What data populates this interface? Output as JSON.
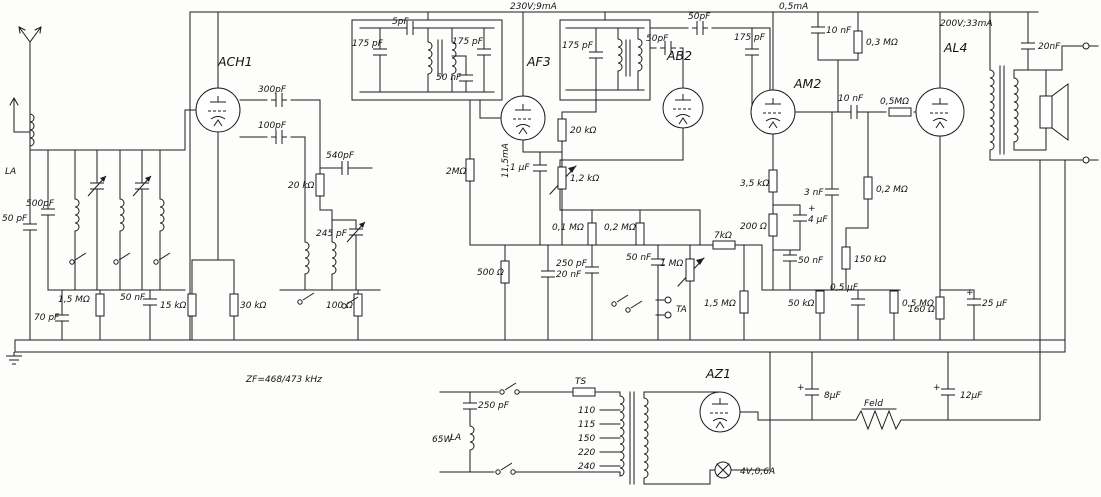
{
  "schematic": {
    "tubes": {
      "ach1": "ACH1",
      "af3": "AF3",
      "ab2": "AB2",
      "am2": "AM2",
      "al4": "AL4",
      "az1": "AZ1"
    },
    "annotations": {
      "supply_if": "230V;9mA",
      "current_am2": "0,5mA",
      "supply_al4": "200V;33mA",
      "current_af3": "11,5mA",
      "if_freq": "ZF=468/473 kHz",
      "ant_coil": "LA",
      "mains_coil": "LA",
      "fuse": "TS",
      "phono": "TA",
      "field_coil": "Feld",
      "power": "65W",
      "lamp": "4V;0,6A",
      "plus": "+"
    },
    "values": {
      "c50pf_ant": "50 pF",
      "c500pf": "500pF",
      "c70pf": "70 pF",
      "r1m5_avc": "1,5 MΩ",
      "c50nf_in": "50 nF",
      "r15k": "15 kΩ",
      "r30k": "30 kΩ",
      "c300pf": "300pF",
      "c100pf": "100pF",
      "r20k_osc": "20 kΩ",
      "c540pf": "540pF",
      "c245pf": "245 pF",
      "r100": "100 Ω",
      "c175pf_a": "175 pF",
      "c5pf": "5pF",
      "c175pf_b": "175 pF",
      "c50nf_if": "50 nF",
      "r2m": "2MΩ",
      "c175pf_c": "175 pF",
      "r20k_af3": "20 kΩ",
      "c1uf": "1 μF",
      "r1k2": "1,2 kΩ",
      "r500": "500 Ω",
      "c20nf_det": "20 nF",
      "r0m1": "0,1 MΩ",
      "r0m2_det": "0,2 MΩ",
      "c250pf_det": "250 pF",
      "c50nf_det": "50 nF",
      "r1m_vol": "1 MΩ",
      "r7k": "7kΩ",
      "r1m5_g": "1,5 MΩ",
      "c50pf_a": "50pF",
      "c50pf_b": "50pF",
      "c175pf_d": "175 pF",
      "c10nf_a": "10 nF",
      "r0m3": "0,3 MΩ",
      "r3k5": "3,5 kΩ",
      "r200": "200 Ω",
      "c50nf_am2": "50 nF",
      "c4uf": "4 μF",
      "c3nf": "3 nF",
      "r0m2_b": "0,2 MΩ",
      "c10nf_b": "10 nF",
      "r150k": "150 kΩ",
      "r50k": "50 kΩ",
      "c0uf5": "0,5 μF",
      "r0m5_a": "0,5 MΩ",
      "r0m5_g": "0,5MΩ",
      "r160": "160 Ω",
      "c25uf": "25 μF",
      "c20nf_out": "20nF",
      "c8uf": "8μF",
      "c12uf": "12μF",
      "c250pf_mains": "250 pF"
    },
    "mains_taps": [
      "110",
      "115",
      "150",
      "220",
      "240"
    ]
  }
}
